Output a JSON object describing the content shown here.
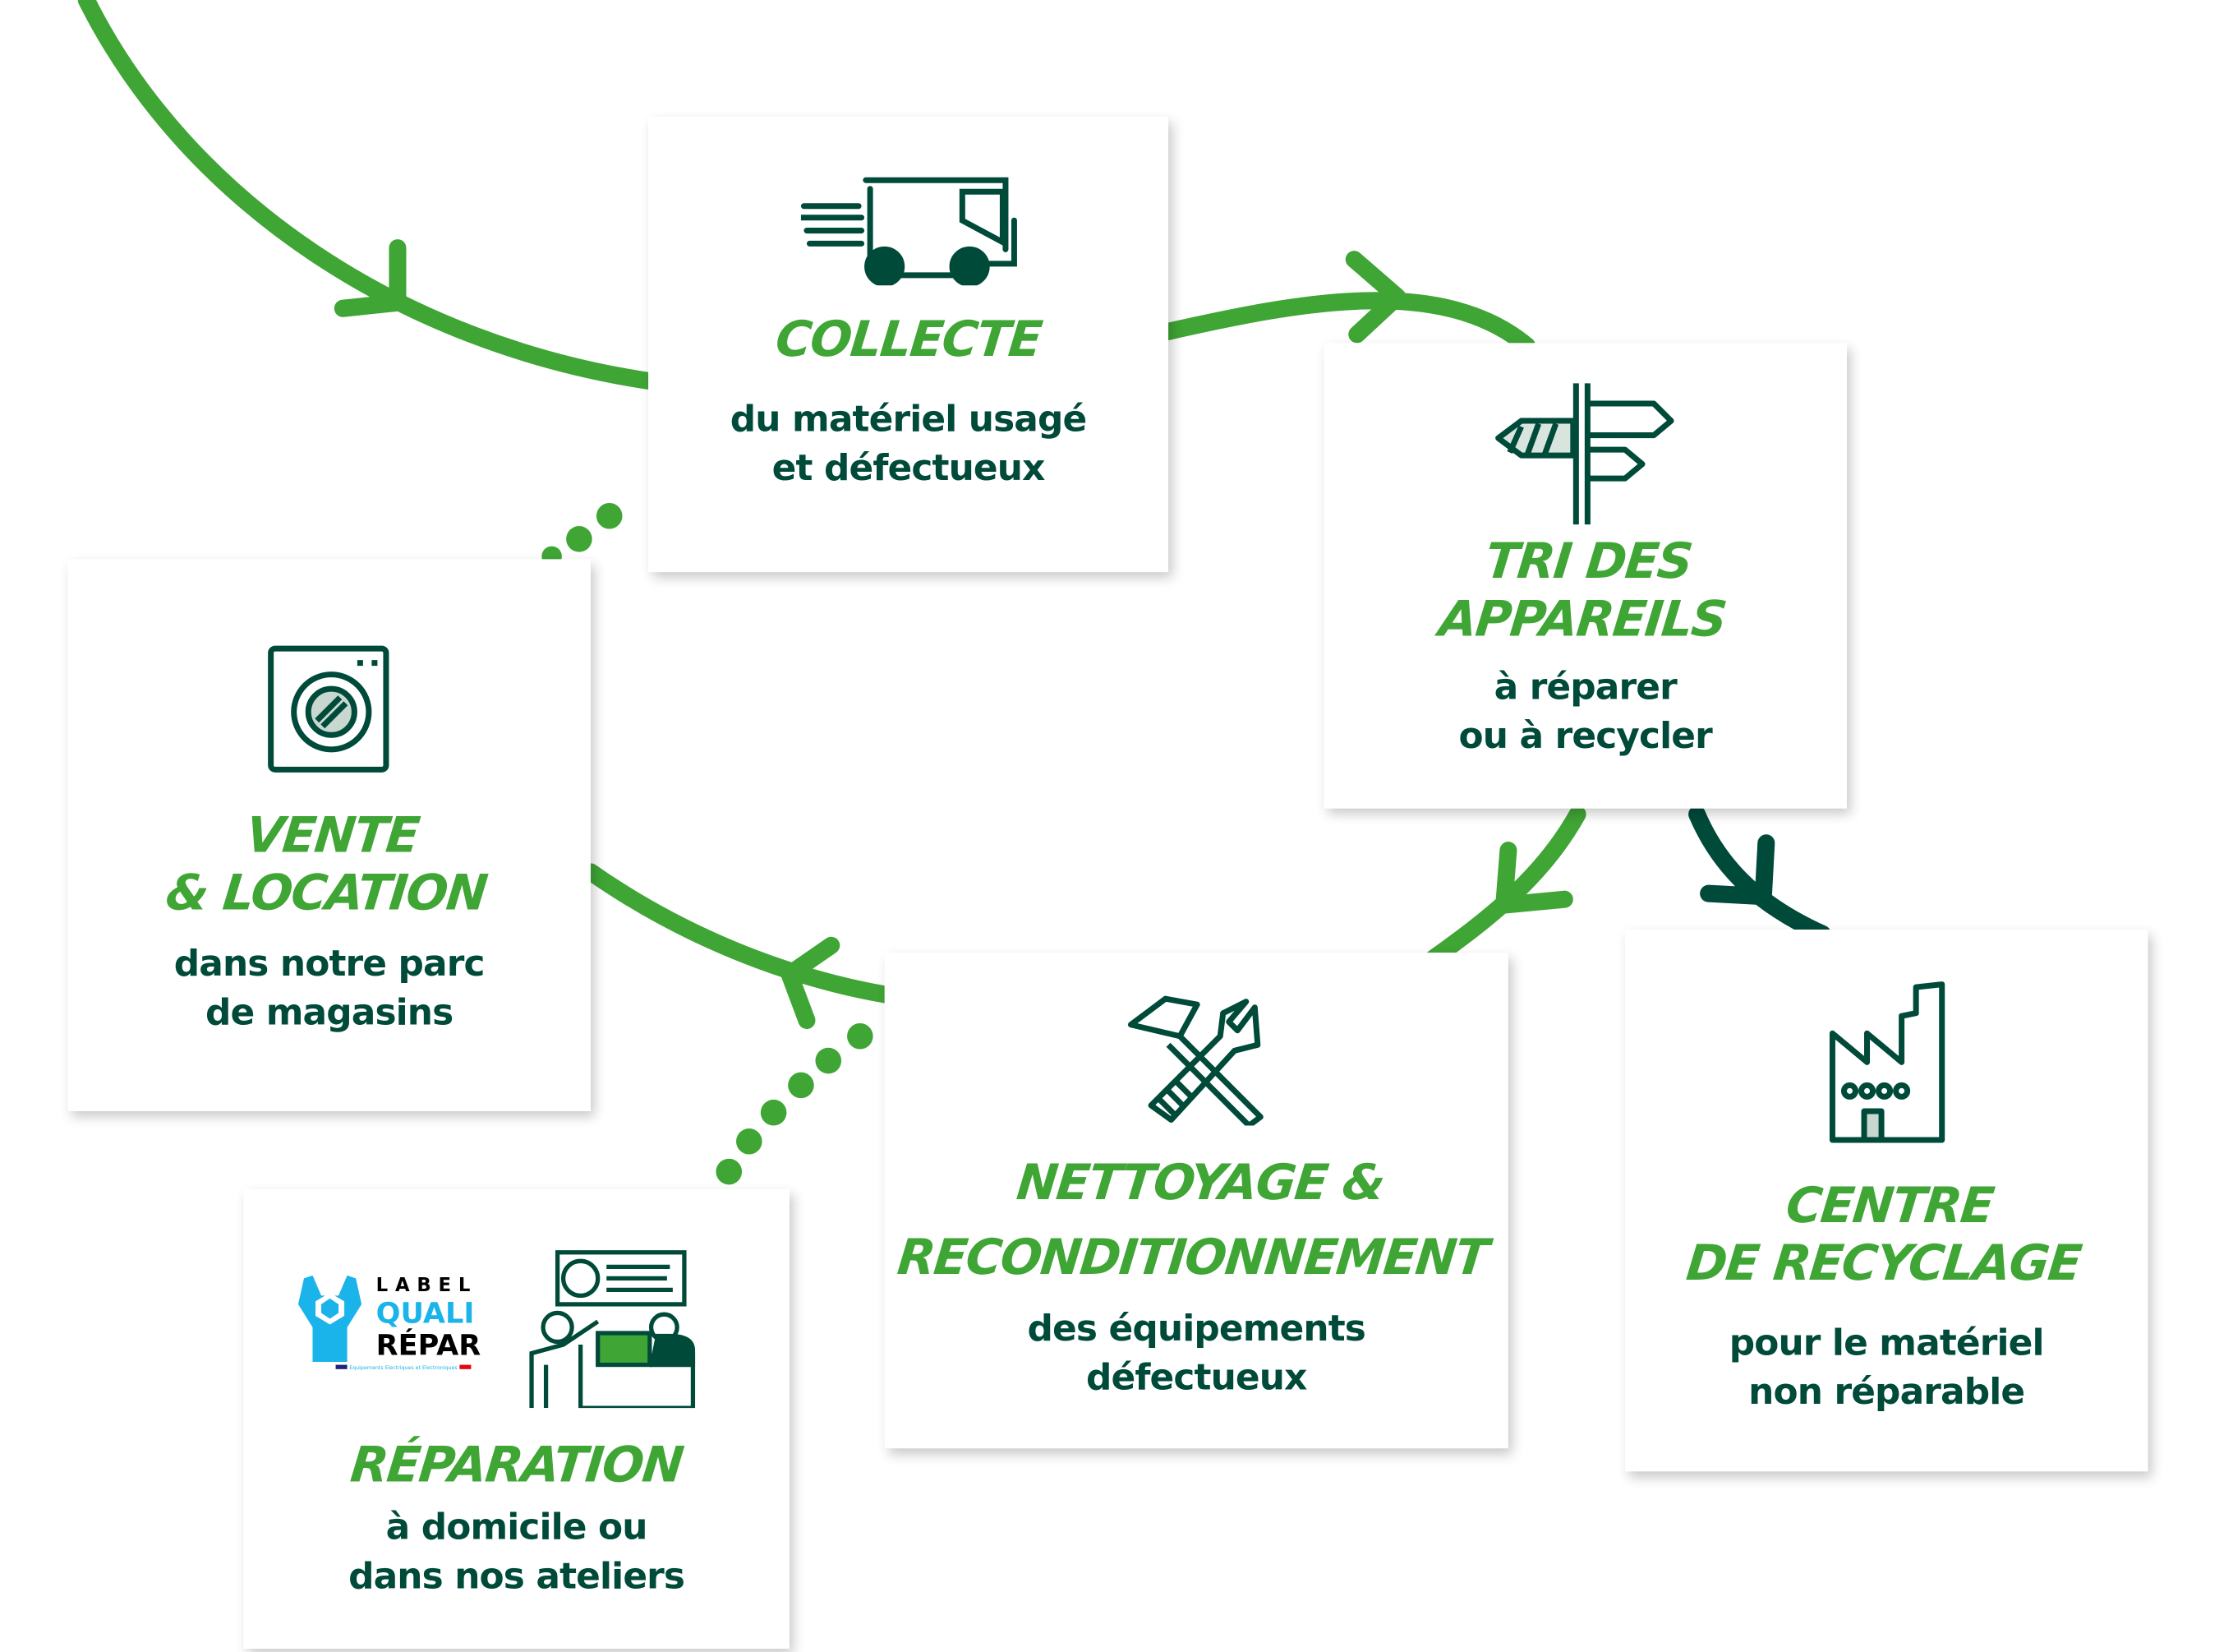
{
  "colors": {
    "accent": "#3fa535",
    "dark": "#004a3a",
    "label_blue": "#1ab3ea"
  },
  "steps": [
    {
      "title": "COLLECTE",
      "line1": "du matériel usagé",
      "line2": "et défectueux",
      "icon": "delivery-truck-icon"
    },
    {
      "title_line1": "TRI DES",
      "title_line2": "APPAREILS",
      "line1": "à réparer",
      "line2": "ou à recycler",
      "icon": "signpost-icon"
    },
    {
      "title_line1": "VENTE",
      "title_line2": "& LOCATION",
      "line1": "dans notre parc",
      "line2": "de magasins",
      "icon": "washing-machine-icon"
    },
    {
      "title_line1": "NETTOYAGE &",
      "title_line2": "RECONDITIONNEMENT",
      "line1": "des équipements",
      "line2": "défectueux",
      "icon": "hammer-wrench-icon"
    },
    {
      "title_line1": "CENTRE",
      "title_line2": "DE RECYCLAGE",
      "line1": "pour le matériel",
      "line2": "non  réparable",
      "icon": "factory-icon"
    },
    {
      "title": "RÉPARATION",
      "line1": "à domicile ou",
      "line2": "dans nos ateliers",
      "icon": "repair-counter-icon"
    }
  ],
  "label": {
    "line1": "LABEL",
    "line2": "QUALI",
    "line3": "RÉPAR",
    "tagline": "Equipements Electriques et Electroniques"
  }
}
